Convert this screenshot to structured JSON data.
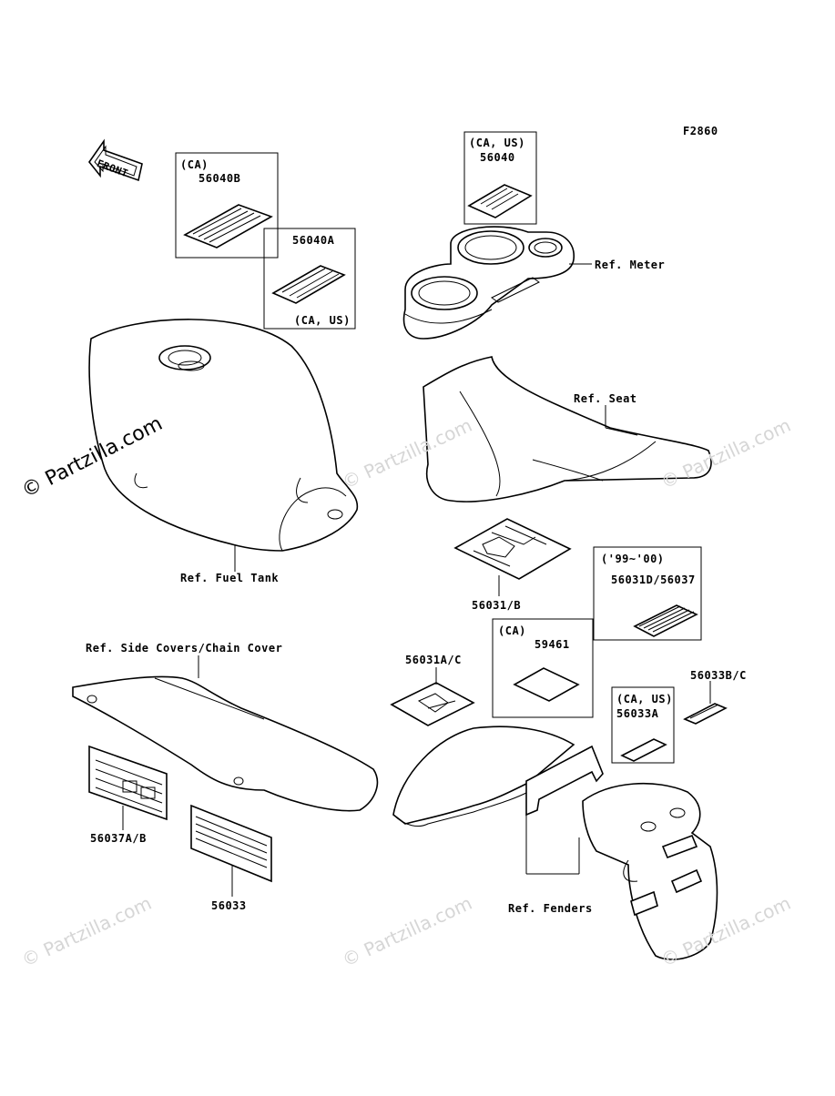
{
  "figure_code": "F2860",
  "front_label": "FRONT",
  "watermark_main": "© Partzilla.com",
  "watermark_faint": "© Partzilla.com",
  "labels": {
    "ca_box_1": "(CA)",
    "p56040B": "56040B",
    "p56040A": "56040A",
    "ca_us_1": "(CA, US)",
    "ca_us_2": "(CA, US)",
    "p56040": "56040",
    "ref_meter": "Ref. Meter",
    "ref_seat": "Ref. Seat",
    "ref_fuel_tank": "Ref. Fuel Tank",
    "p56031B": "56031/B",
    "years": "('99~'00)",
    "p56031D_56037": "56031D/56037",
    "ref_side_covers": "Ref. Side Covers/Chain Cover",
    "p56031AC": "56031A/C",
    "ca_box_2": "(CA)",
    "p59461": "59461",
    "p56033BC": "56033B/C",
    "ca_us_3": "(CA, US)",
    "p56033A": "56033A",
    "p56037AB": "56037A/B",
    "p56033": "56033",
    "ref_fenders": "Ref. Fenders"
  }
}
